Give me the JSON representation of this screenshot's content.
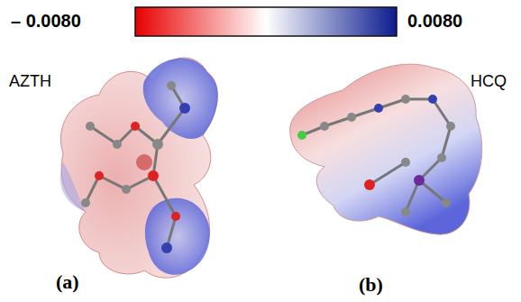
{
  "diagram": {
    "labels": [
      "– 0.0080",
      "0.0080",
      "AZTH",
      "HCQ",
      "(a)",
      "(b)"
    ]
  }
}
